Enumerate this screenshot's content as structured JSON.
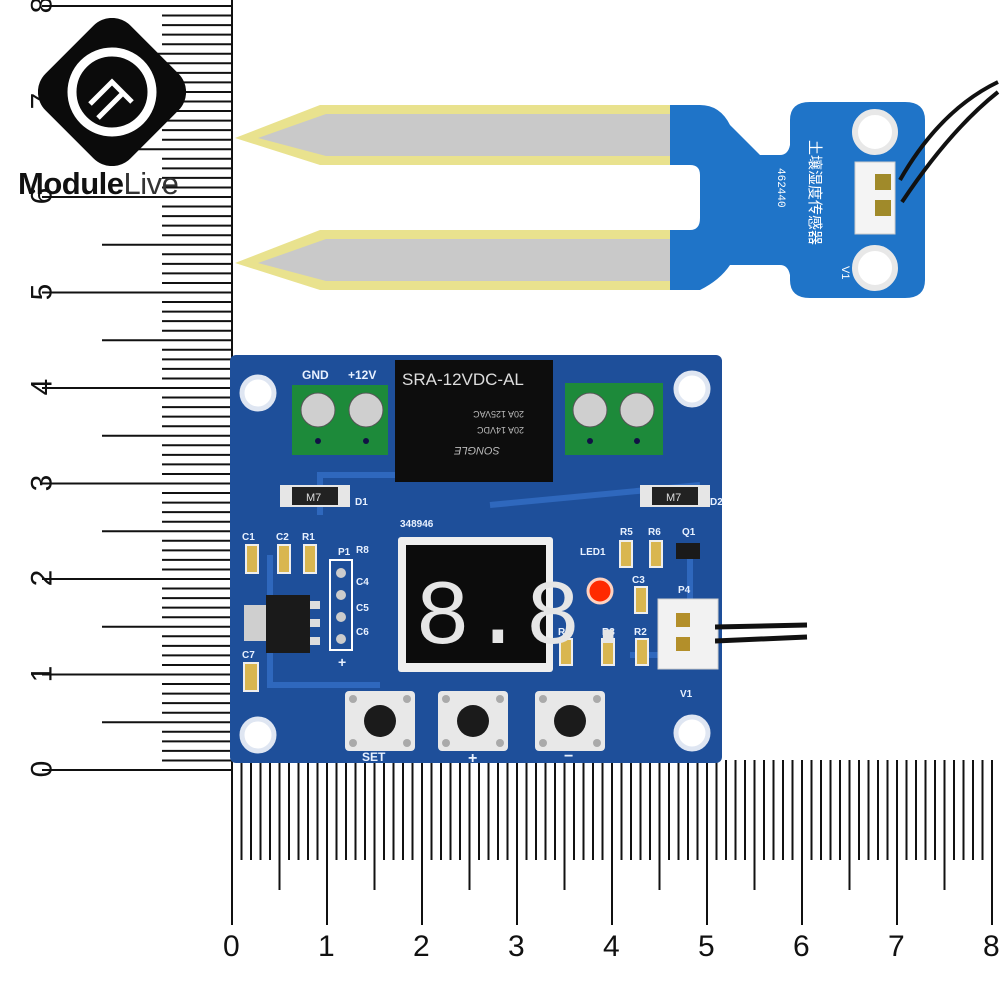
{
  "logo": {
    "brand_bold": "Module",
    "brand_thin": "Live"
  },
  "ruler_left": {
    "labels": [
      "0",
      "1",
      "2",
      "3",
      "4",
      "5",
      "6",
      "7",
      "8"
    ]
  },
  "ruler_bottom": {
    "labels": [
      "0",
      "1",
      "2",
      "3",
      "4",
      "5",
      "6",
      "7",
      "8"
    ]
  },
  "probe": {
    "label_chinese": "土壤湿度传感器",
    "label_code": "462440",
    "label_v": "V1"
  },
  "board": {
    "relay_model": "SRA-12VDC-AL",
    "relay_rating_1": "20A 125VAC",
    "relay_rating_2": "20A 14VDC",
    "relay_brand": "SONGLE",
    "terminal_gnd": "GND",
    "terminal_12v": "+12V",
    "diode_1": "D1",
    "diode_2": "D2",
    "diode_mark": "M7",
    "board_code": "348946",
    "labels": {
      "c1": "C1",
      "c2": "C2",
      "r1": "R1",
      "p1": "P1",
      "r8": "R8",
      "c4": "C4",
      "c5": "C5",
      "c6": "C6",
      "c7": "C7",
      "r5": "R5",
      "r6": "R6",
      "q1": "Q1",
      "led1": "LED1",
      "c3": "C3",
      "r3": "R3",
      "r2": "R2",
      "r9": "R9",
      "p4": "P4",
      "v1": "V1"
    },
    "plus_sign": "+",
    "display_value": "8.8.",
    "buttons": [
      "SET",
      "+",
      "−"
    ],
    "led_color": "#ff2a00",
    "pcb_color": "#1e4f9a"
  }
}
